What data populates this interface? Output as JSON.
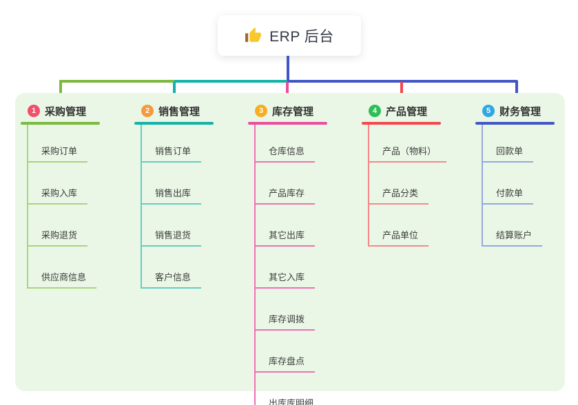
{
  "root": {
    "label": "ERP 后台",
    "icon": "thumbs-up-icon"
  },
  "branches": [
    {
      "index": "1",
      "label": "采购管理",
      "color": "#7cba3d",
      "badge_color": "#f0506a",
      "children": [
        "采购订单",
        "采购入库",
        "采购退货",
        "供应商信息"
      ]
    },
    {
      "index": "2",
      "label": "销售管理",
      "color": "#12b2a6",
      "badge_color": "#f59a3c",
      "children": [
        "销售订单",
        "销售出库",
        "销售退货",
        "客户信息"
      ]
    },
    {
      "index": "3",
      "label": "库存管理",
      "color": "#ec4b9e",
      "badge_color": "#f6ae20",
      "children": [
        "仓库信息",
        "产品库存",
        "其它出库",
        "其它入库",
        "库存调拨",
        "库存盘点",
        "出库库明细"
      ]
    },
    {
      "index": "4",
      "label": "产品管理",
      "color": "#f4464d",
      "badge_color": "#2dbe56",
      "children": [
        "产品（物料）",
        "产品分类",
        "产品单位"
      ]
    },
    {
      "index": "5",
      "label": "财务管理",
      "color": "#4156c5",
      "badge_color": "#2fa7e6",
      "children": [
        "回款单",
        "付款单",
        "结算账户"
      ]
    }
  ],
  "colors": {
    "canvas_bg": "#ffffff",
    "panel_bg": "#eaf7e6",
    "root_connector": "#4156c5",
    "text": "#3c3c3c"
  }
}
